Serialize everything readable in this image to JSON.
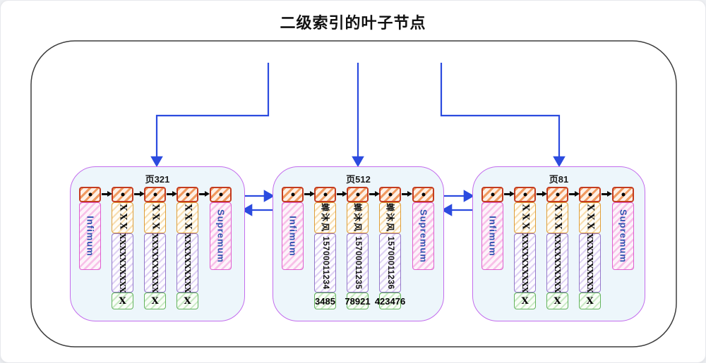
{
  "title": "二级索引的叶子节点",
  "labels": {
    "infimum": "Infimum",
    "supremum": "Supremum"
  },
  "pages": [
    {
      "name": "页321",
      "records": [
        {
          "top": "XXX",
          "middle": "XXXXXXXXXX",
          "bottom": "X"
        },
        {
          "top": "XXX",
          "middle": "XXXXXXXXXX",
          "bottom": "X"
        },
        {
          "top": "XXX",
          "middle": "XXXXXXXXXX",
          "bottom": "X"
        }
      ]
    },
    {
      "name": "页512",
      "records": [
        {
          "top": "蝉沐风",
          "middle": "15700011234",
          "bottom": "3485"
        },
        {
          "top": "蝉沐风",
          "middle": "15700011235",
          "bottom": "78921"
        },
        {
          "top": "蝉沐风",
          "middle": "15700011236",
          "bottom": "423476"
        }
      ]
    },
    {
      "name": "页81",
      "records": [
        {
          "top": "XXX",
          "middle": "XXXXXXXXXX",
          "bottom": "X"
        },
        {
          "top": "XXX",
          "middle": "XXXXXXXXXX",
          "bottom": "X"
        },
        {
          "top": "XXX",
          "middle": "XXXXXXXXXX",
          "bottom": "X"
        }
      ]
    }
  ],
  "colors": {
    "link_arrow": "#2b4bdf",
    "outer_border": "#3d3d3d",
    "page_border": "#c36ced",
    "page_fill": "#edf6fb",
    "header_border": "#c43c20",
    "record_top_border": "#e09f3a",
    "record_middle_border": "#9579cb",
    "record_bottom_border": "#64b45e",
    "label_border": "#e05fd0",
    "label_text": "#2f52b0"
  }
}
